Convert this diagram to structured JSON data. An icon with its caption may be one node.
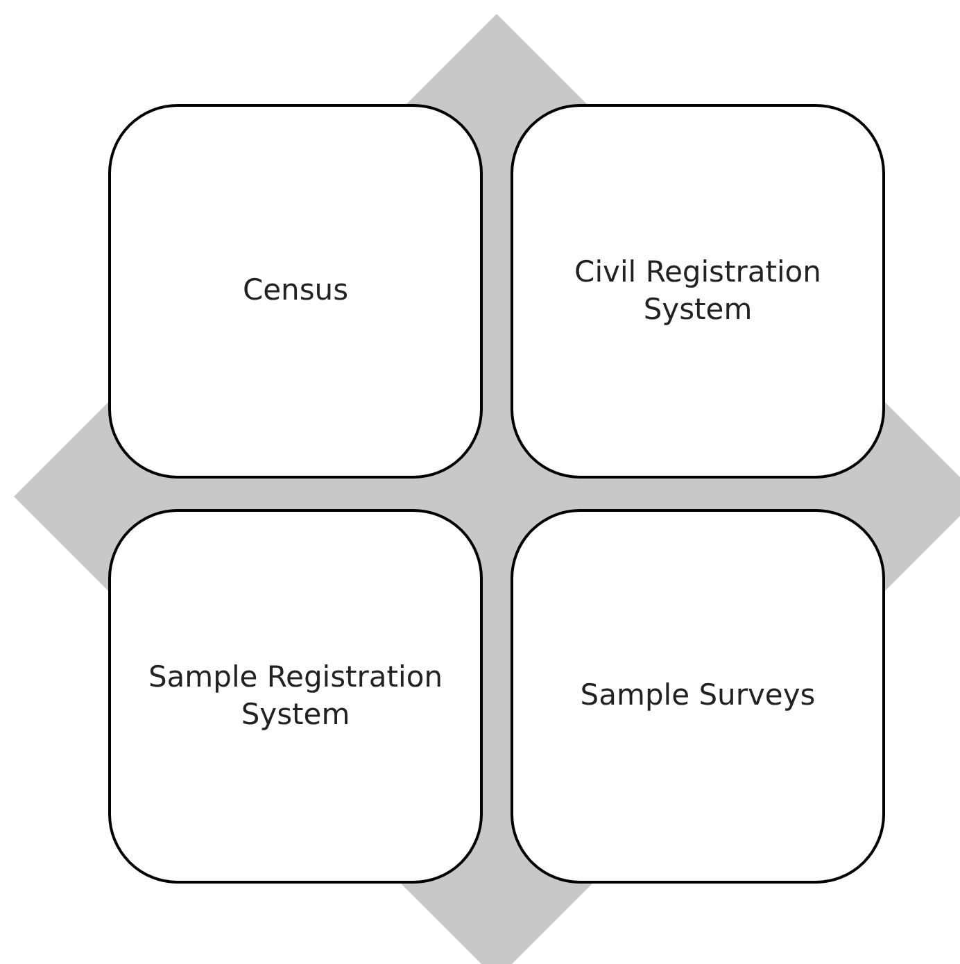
{
  "diagram": {
    "nodes": [
      {
        "text": [
          "Census"
        ]
      },
      {
        "text": [
          "Civil Registration System"
        ]
      },
      {
        "text": [
          "Sample Registration System"
        ]
      },
      {
        "text": [
          "Sample Surveys"
        ]
      }
    ]
  }
}
